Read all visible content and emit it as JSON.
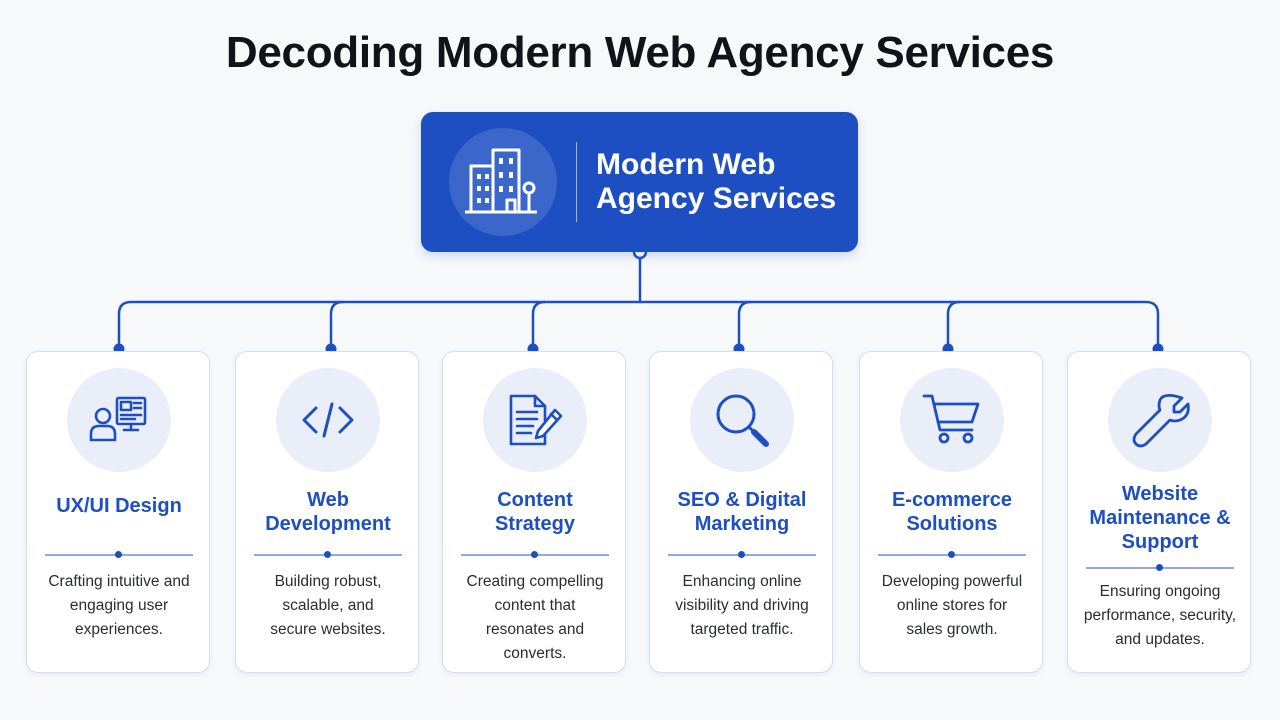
{
  "title": "Decoding Modern Web Agency Services",
  "central": {
    "title": "Modern Web\nAgency Services",
    "icon": "building-icon"
  },
  "services": [
    {
      "title": "UX/UI Design",
      "description": "Crafting intuitive and\nengaging user\nexperiences.",
      "icon": "user-monitor-icon"
    },
    {
      "title": "Web\nDevelopment",
      "description": "Building robust,\nscalable, and\nsecure websites.",
      "icon": "code-icon"
    },
    {
      "title": "Content\nStrategy",
      "description": "Creating compelling\ncontent that\nresonates and\nconverts.",
      "icon": "document-pen-icon"
    },
    {
      "title": "SEO & Digital\nMarketing",
      "description": "Enhancing online\nvisibility and driving\ntargeted traffic.",
      "icon": "magnifier-icon"
    },
    {
      "title": "E-commerce\nSolutions",
      "description": "Developing powerful\nonline stores for\nsales growth.",
      "icon": "shopping-cart-icon"
    },
    {
      "title": "Website\nMaintenance &\nSupport",
      "description": "Ensuring ongoing\nperformance, security,\nand updates.",
      "icon": "wrench-icon"
    }
  ],
  "colors": {
    "primary": "#1d4fc2",
    "icon_bg": "#e9eef9",
    "card_border": "#d2def2",
    "title_text": "#111318"
  }
}
